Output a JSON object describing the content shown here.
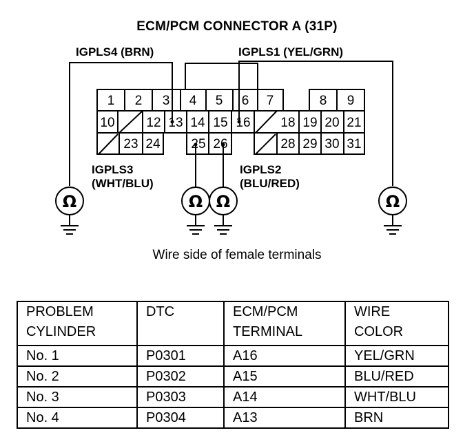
{
  "title": "ECM/PCM CONNECTOR A (31P)",
  "labels": {
    "igpls4": "IGPLS4 (BRN)",
    "igpls1": "IGPLS1 (YEL/GRN)",
    "igpls3_name": "IGPLS3",
    "igpls3_color": "(WHT/BLU)",
    "igpls2_name": "IGPLS2",
    "igpls2_color": "(BLU/RED)"
  },
  "terminals": [
    "1",
    "2",
    "3",
    "4",
    "5",
    "6",
    "7",
    "8",
    "9",
    "10",
    "12",
    "13",
    "14",
    "15",
    "16",
    "18",
    "19",
    "20",
    "21",
    "23",
    "24",
    "25",
    "26",
    "28",
    "29",
    "30",
    "31"
  ],
  "ohm_symbol": "Ω",
  "caption": "Wire side of female terminals",
  "table": {
    "headers": [
      "PROBLEM\nCYLINDER",
      "DTC",
      "ECM/PCM\nTERMINAL",
      "WIRE\nCOLOR"
    ],
    "rows": [
      [
        "No. 1",
        "P0301",
        "A16",
        "YEL/GRN"
      ],
      [
        "No. 2",
        "P0302",
        "A15",
        "BLU/RED"
      ],
      [
        "No. 3",
        "P0303",
        "A14",
        "WHT/BLU"
      ],
      [
        "No. 4",
        "P0304",
        "A13",
        "BRN"
      ]
    ]
  }
}
